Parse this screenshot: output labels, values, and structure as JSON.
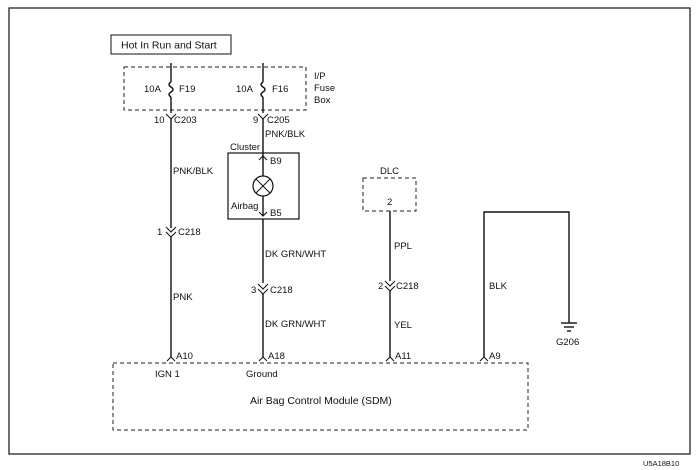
{
  "power_label": "Hot In Run and Start",
  "fuse_box": {
    "label_lines": [
      "I/P",
      "Fuse",
      "Box"
    ],
    "fuses": [
      {
        "rating": "10A",
        "name": "F19",
        "pin": "10",
        "connector": "C203"
      },
      {
        "rating": "10A",
        "name": "F16",
        "pin": "9",
        "connector": "C205"
      }
    ]
  },
  "wires": {
    "f19_upper": "PNK/BLK",
    "f19_lower": "PNK",
    "f16_upper": "PNK/BLK",
    "cluster_lower": "DK GRN/WHT",
    "cluster_lower2": "DK GRN/WHT",
    "dlc_upper": "PPL",
    "dlc_lower": "YEL",
    "ground": "BLK"
  },
  "cluster": {
    "label": "Cluster",
    "top_pin": "B9",
    "bottom_pin": "B5",
    "lamp_label": "Airbag"
  },
  "dlc": {
    "label": "DLC",
    "pin": "2"
  },
  "inline_connectors": [
    {
      "pin": "1",
      "name": "C218"
    },
    {
      "pin": "3",
      "name": "C218"
    },
    {
      "pin": "2",
      "name": "C218"
    }
  ],
  "ground_point": "G206",
  "sdm": {
    "name": "Air Bag Control Module (SDM)",
    "pins": [
      {
        "id": "A10",
        "label": "IGN 1"
      },
      {
        "id": "A18",
        "label": "Ground"
      },
      {
        "id": "A11",
        "label": ""
      },
      {
        "id": "A9",
        "label": ""
      }
    ]
  },
  "figure_id": "U5A18B10"
}
